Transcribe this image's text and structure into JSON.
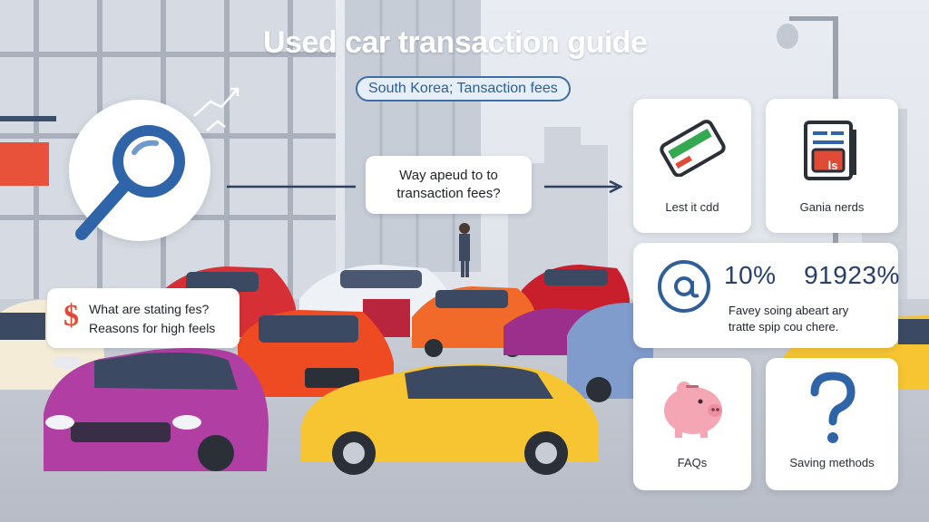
{
  "header": {
    "title": "Used car transaction guide",
    "subtitle": "South Korea; Tansaction fees"
  },
  "question_bubble": {
    "line1": "Way apeud to to",
    "line2": "transaction fees?"
  },
  "left_bubble": {
    "symbol": "$",
    "line1": "What are stating fes?",
    "line2": "Reasons for high feels"
  },
  "cards": {
    "card_top_left": {
      "label": "Lest it cdd",
      "icon": "credit-card-icon"
    },
    "card_top_right": {
      "label": "Gania nerds",
      "icon": "document-icon",
      "badge": "ls"
    },
    "stat": {
      "value1": "10%",
      "value2": "91923%",
      "desc_line1": "Favey soing abeart ary",
      "desc_line2": "tratte spip cou chere.",
      "icon": "at-sign-icon"
    },
    "faqs": {
      "label": "FAQs",
      "icon": "piggy-bank-icon"
    },
    "saving": {
      "label": "Saving methods",
      "icon": "question-mark-icon"
    }
  },
  "colors": {
    "accent_blue": "#3d6ea8",
    "red": "#e04b36",
    "yellow": "#f7c531",
    "magenta": "#b03ea3",
    "orange": "#f26a2a"
  }
}
